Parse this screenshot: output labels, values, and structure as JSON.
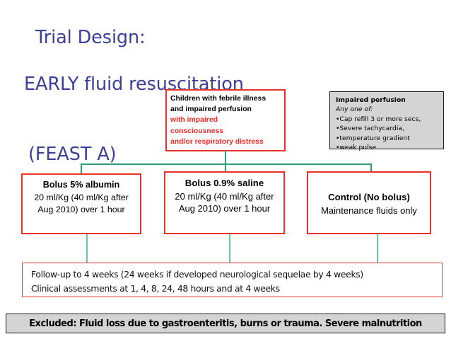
{
  "title": {
    "line1": "Trial Design:",
    "line2": "EARLY fluid resuscitation",
    "line3": "(FEAST A)"
  },
  "eligibility": {
    "line1": "Children with febrile illness",
    "line2": "and impaired perfusion",
    "line3": "with impaired",
    "line4": "consciousness",
    "line5": "and/or respiratory distress"
  },
  "perfusion": {
    "heading": "Impaired perfusion",
    "subheading": "Any one of:",
    "bullets": [
      "•Cap refill 3 or more secs,",
      "•Severe tachycardia,",
      "•temperature gradient",
      "•weak pulse"
    ]
  },
  "arms": [
    {
      "title": "Bolus 5% albumin",
      "body": "20 ml/Kg (40 ml/Kg after Aug 2010) over 1 hour"
    },
    {
      "title": "Bolus 0.9% saline",
      "body": "20 ml/Kg (40 ml/Kg after Aug 2010) over 1 hour"
    },
    {
      "title": "Control (No bolus)",
      "body": "Maintenance fluids only"
    }
  ],
  "followup": {
    "line1": "Follow-up to 4 weeks (24 weeks if developed neurological sequelae by 4 weeks)",
    "line2": "Clinical assessments at 1, 4, 8, 24, 48 hours and at 4 weeks"
  },
  "excluded": {
    "text": "Excluded: Fluid loss due to gastroenteritis, burns or trauma.  Severe malnutrition"
  },
  "colors": {
    "title_blue": "#3b3f98",
    "box_red": "#e8322a",
    "text_red": "#ee2a24",
    "connector_dark": "#2f9b7d",
    "connector_light": "#5fc9ad",
    "gray_fill": "#d4d4d4"
  }
}
